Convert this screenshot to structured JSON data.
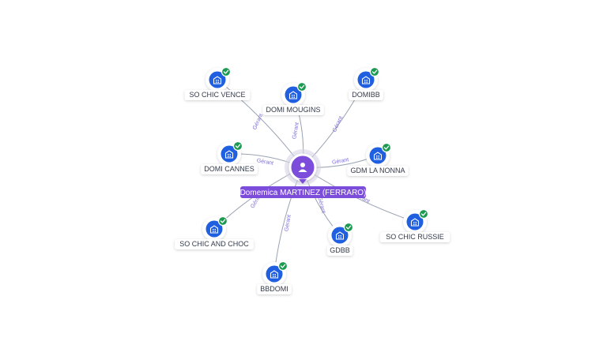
{
  "center": {
    "label": "Domemica MARTINEZ (FERRARO)",
    "icon": "person-icon",
    "color": "#7c4ddb"
  },
  "edge_label": "Gérant",
  "colors": {
    "company": "#1f5fe0",
    "check": "#1c9a52",
    "edge": "#9aa3b2",
    "edge_label": "#7b6fd6"
  },
  "nodes": [
    {
      "id": "so-chic-vence",
      "label": "SO CHIC VENCE",
      "icon": "building-icon"
    },
    {
      "id": "domi-mougins",
      "label": "DOMI MOUGINS",
      "icon": "building-icon"
    },
    {
      "id": "domibb",
      "label": "DOMIBB",
      "icon": "building-icon"
    },
    {
      "id": "domi-cannes",
      "label": "DOMI CANNES",
      "icon": "building-icon"
    },
    {
      "id": "gdm-la-nonna",
      "label": "GDM LA NONNA",
      "icon": "building-icon"
    },
    {
      "id": "so-chic-and-choc",
      "label": "SO CHIC AND CHOC",
      "icon": "building-icon"
    },
    {
      "id": "gdbb",
      "label": "GDBB",
      "icon": "building-icon"
    },
    {
      "id": "so-chic-russie",
      "label": "SO CHIC RUSSIE",
      "icon": "building-icon"
    },
    {
      "id": "bbdomi",
      "label": "BBDOMI",
      "icon": "building-icon"
    }
  ]
}
